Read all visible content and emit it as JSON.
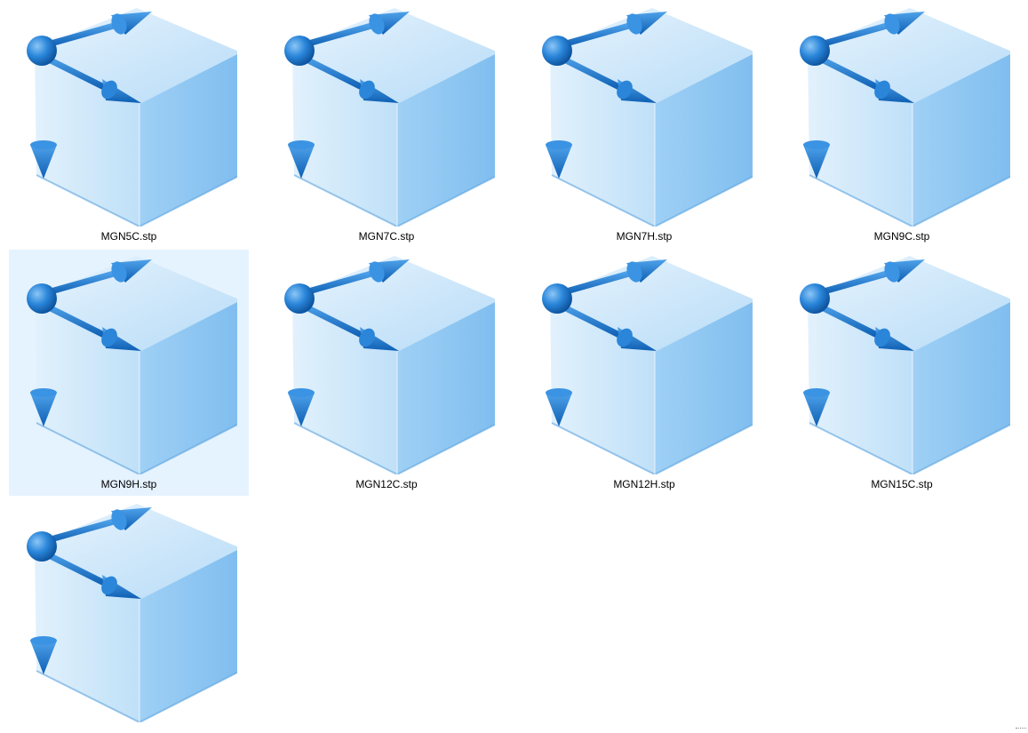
{
  "window": {
    "view": "large-icons",
    "selected_index": 4
  },
  "icon": {
    "name": "stp-3d-model-icon",
    "colors": {
      "cube_light": "#d9ecfb",
      "cube_mid": "#a9d3f4",
      "cube_dark": "#7fbdef",
      "arrow": "#1f7fd6",
      "arrow_dark": "#0e5fb3"
    }
  },
  "files": [
    {
      "name": "MGN5C.stp"
    },
    {
      "name": "MGN7C.stp"
    },
    {
      "name": "MGN7H.stp"
    },
    {
      "name": "MGN9C.stp"
    },
    {
      "name": "MGN9H.stp"
    },
    {
      "name": "MGN12C.stp"
    },
    {
      "name": "MGN12H.stp"
    },
    {
      "name": "MGN15C.stp"
    },
    {
      "name": ""
    }
  ]
}
